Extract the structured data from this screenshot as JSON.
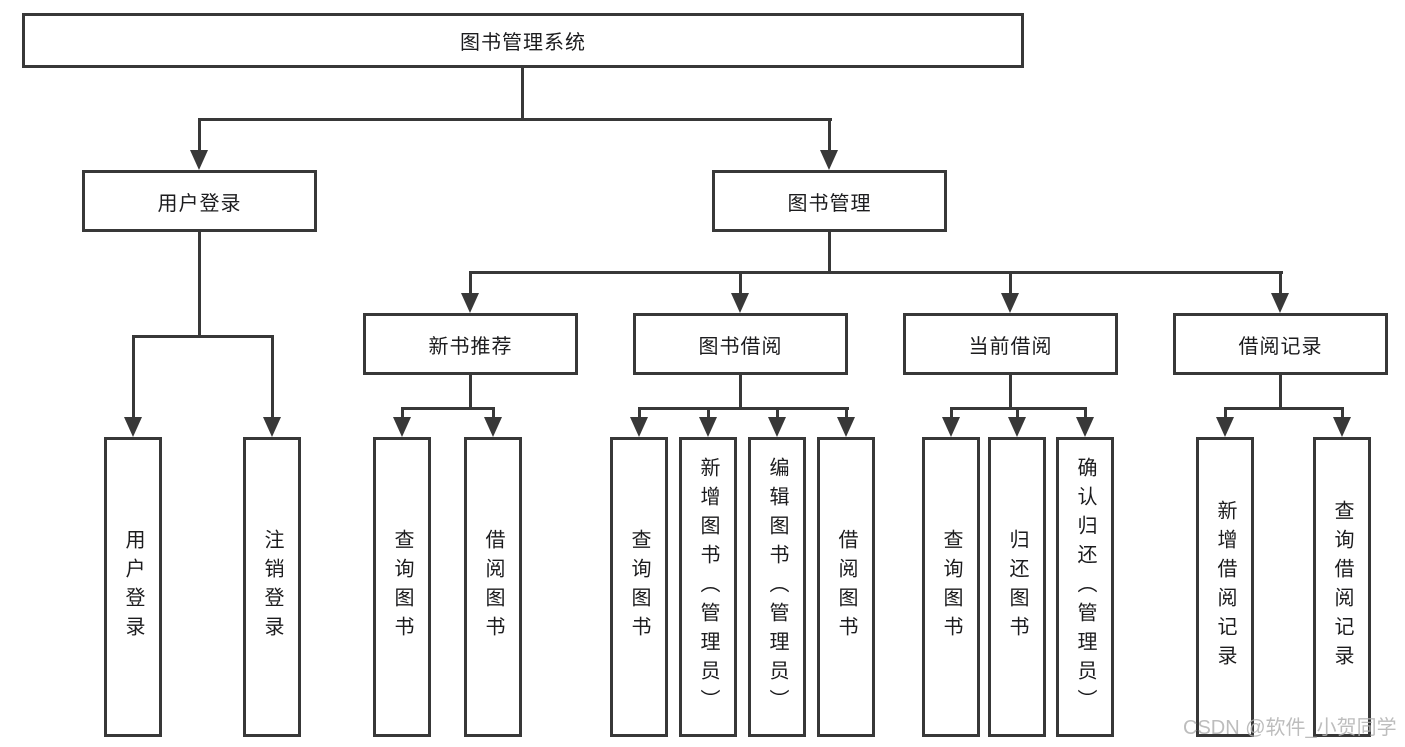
{
  "tree": {
    "label": "图书管理系统",
    "children": [
      {
        "label": "用户登录",
        "children": [
          {
            "label": "用户登录"
          },
          {
            "label": "注销登录"
          }
        ]
      },
      {
        "label": "图书管理",
        "children": [
          {
            "label": "新书推荐",
            "children": [
              {
                "label": "查询图书"
              },
              {
                "label": "借阅图书"
              }
            ]
          },
          {
            "label": "图书借阅",
            "children": [
              {
                "label": "查询图书"
              },
              {
                "label": "新增图书（管理员）"
              },
              {
                "label": "编辑图书（管理员）"
              },
              {
                "label": "借阅图书"
              }
            ]
          },
          {
            "label": "当前借阅",
            "children": [
              {
                "label": "查询图书"
              },
              {
                "label": "归还图书"
              },
              {
                "label": "确认归还（管理员）"
              }
            ]
          },
          {
            "label": "借阅记录",
            "children": [
              {
                "label": "新增借阅记录"
              },
              {
                "label": "查询借阅记录"
              }
            ]
          }
        ]
      }
    ]
  },
  "watermark": "CSDN @软件_小贺同学",
  "colors": {
    "line": "#383838",
    "text": "#1c1c1e",
    "watermark": "#b2b2b2",
    "background": "#ffffff"
  }
}
